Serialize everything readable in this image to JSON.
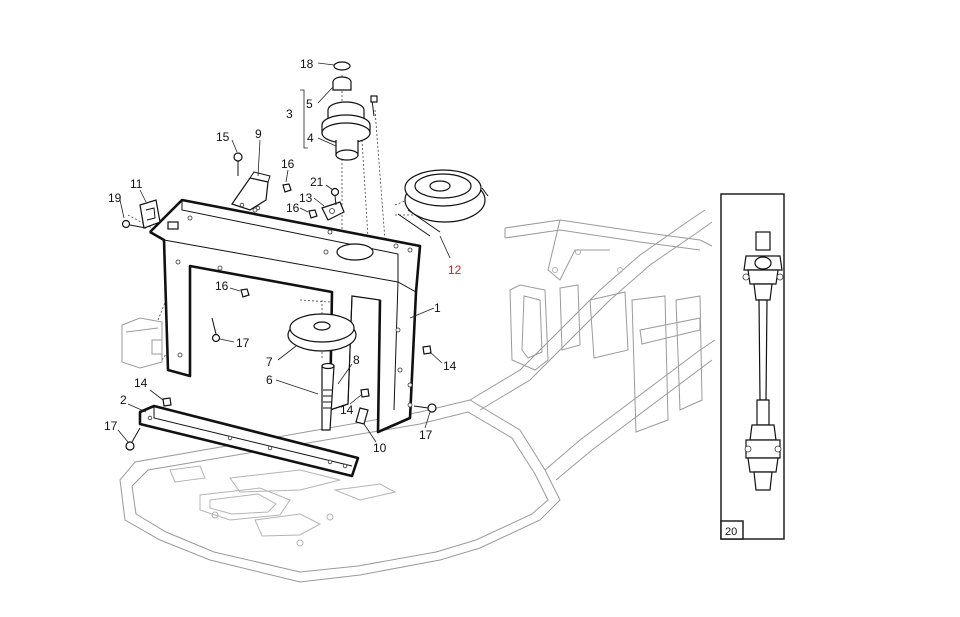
{
  "callouts": {
    "c18": "18",
    "c5": "5",
    "c3": "3",
    "c4": "4",
    "c15": "15",
    "c9": "9",
    "c16a": "16",
    "c21": "21",
    "c13": "13",
    "c16b": "16",
    "c11": "11",
    "c19": "19",
    "c12": "12",
    "c1": "1",
    "c16c": "16",
    "c17a": "17",
    "c7": "7",
    "c8": "8",
    "c6": "6",
    "c14a": "14",
    "c14b": "14",
    "c2": "2",
    "c14c": "14",
    "c17b": "17",
    "c10": "10",
    "c17c": "17"
  },
  "inset": {
    "label": "20"
  },
  "colors": {
    "highlight": "#d22020",
    "line": "#111111",
    "ghost": "#9a9a9a"
  }
}
